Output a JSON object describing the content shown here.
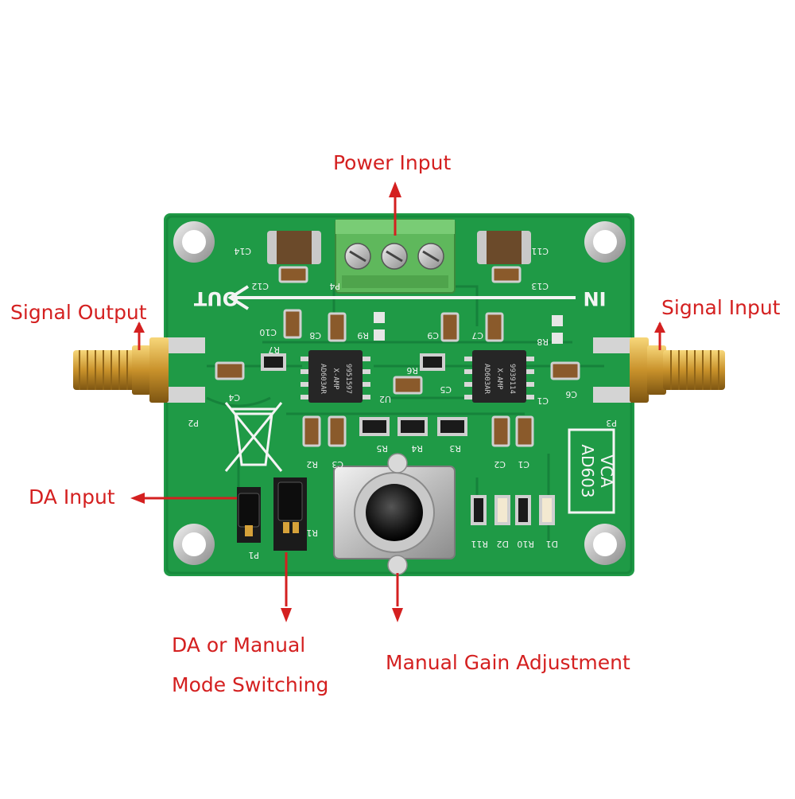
{
  "callouts": {
    "power_input": "Power Input",
    "signal_output": "Signal Output",
    "signal_input": "Signal Input",
    "da_input": "DA Input",
    "da_manual_line1": "DA or Manual",
    "da_manual_line2": "Mode Switching",
    "manual_gain": "Manual Gain Adjustment"
  },
  "board": {
    "out_label": "OUT",
    "in_label": "IN",
    "model_line1": "AD603",
    "model_line2": "VCA",
    "chip_u1": [
      "AD603AR",
      "X-AMP",
      "9939114"
    ],
    "chip_u2": [
      "AD603AR",
      "X-AMP",
      "9951597"
    ],
    "silk": {
      "c14": "C14",
      "c12": "C12",
      "c11": "C11",
      "c13": "C13",
      "p4": "P4",
      "c10": "C10",
      "r7": "R7",
      "c8": "C8",
      "r9": "R9",
      "c9": "C9",
      "c7": "C7",
      "r8": "R8",
      "r6": "R6",
      "c4": "C4",
      "u2": "U2",
      "c5": "C5",
      "c1": "C1",
      "c6": "C6",
      "p2": "P2",
      "p3": "P3",
      "r5": "R5",
      "r4": "R4",
      "r3": "R3",
      "r2": "R2",
      "c3": "C3",
      "c2": "C2",
      "c1b": "C1",
      "r1": "R1",
      "p1": "P1",
      "r11": "R11",
      "d2": "D2",
      "r10": "R10",
      "d1": "D1"
    }
  },
  "colors": {
    "callout_text": "#d42020",
    "pcb_green": "#1f9a46",
    "pcb_trace": "#17803a",
    "terminal_green": "#5fb85c",
    "sma_gold": "#d9a43a",
    "chip_body": "#262626"
  }
}
